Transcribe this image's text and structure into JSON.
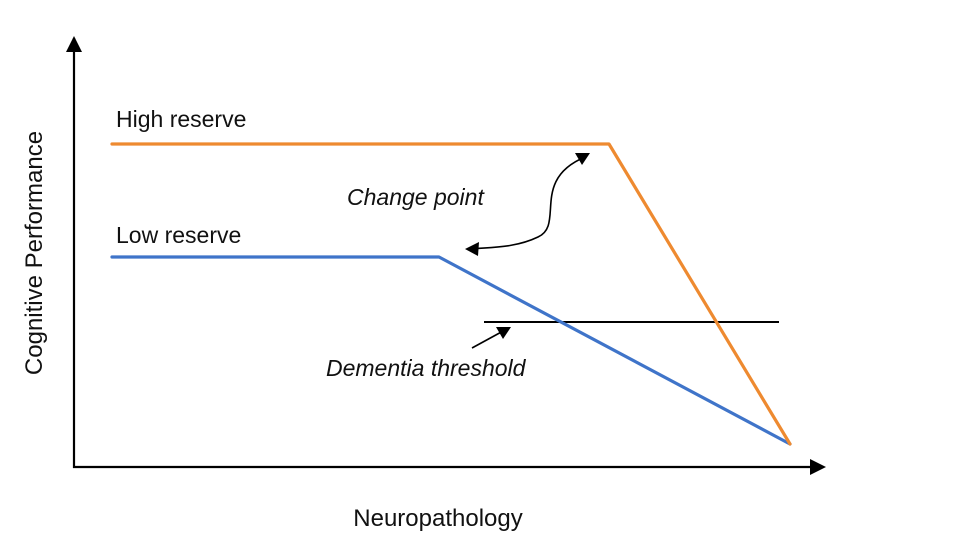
{
  "diagram": {
    "x_axis_label": "Neuropathology",
    "y_axis_label": "Cognitive Performance",
    "curves": {
      "high": {
        "label": "High reserve",
        "color": "#ee8a30"
      },
      "low": {
        "label": "Low reserve",
        "color": "#3f74c9"
      }
    },
    "annotations": {
      "change_point": "Change point",
      "dementia_threshold": "Dementia threshold"
    },
    "axis_color": "#000000",
    "threshold_color": "#000000"
  }
}
